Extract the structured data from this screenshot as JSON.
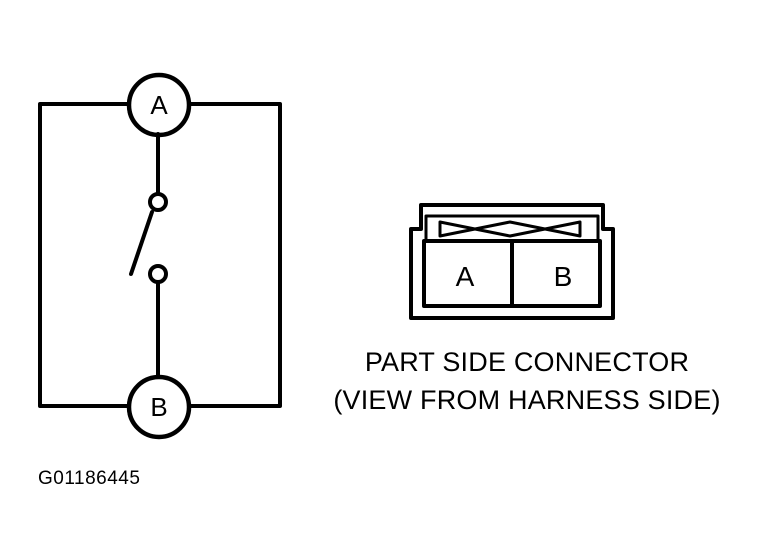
{
  "schematic": {
    "terminal_a": "A",
    "terminal_b": "B"
  },
  "connector": {
    "pin_a": "A",
    "pin_b": "B",
    "caption_line1": "PART SIDE CONNECTOR",
    "caption_line2": "(VIEW FROM HARNESS SIDE)"
  },
  "figure_id": "G01186445"
}
